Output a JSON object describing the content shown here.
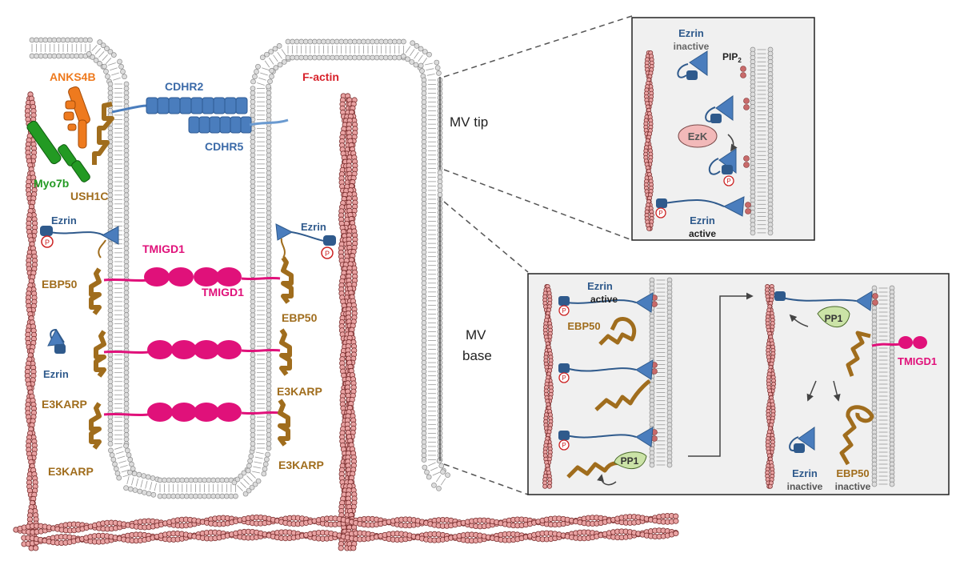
{
  "colors": {
    "actin": "#e9a3a3",
    "actin_stroke": "#7a2e2e",
    "membrane": "#bdbdbd",
    "cdhr": "#4a7dbd",
    "ezrin": "#2f5a8c",
    "ebp50": "#a06d1d",
    "tmigd1": "#e0117a",
    "anks4b": "#ee7a1e",
    "myo7b": "#239a23",
    "pp1": "#cbe3a7",
    "ezk": "#f2b9b9",
    "panel_bg": "#f0f0f0"
  },
  "labels": {
    "anks4b": "ANKS4B",
    "cdhr2": "CDHR2",
    "cdhr5": "CDHR5",
    "f_actin": "F-actin",
    "myo7b": "Myo7b",
    "ush1c": "USH1C",
    "ezrin_left": "Ezrin",
    "ezrin_right": "Ezrin",
    "ezrin_inactive_left": "Ezrin",
    "tmigd1_top": "TMIGD1",
    "tmigd1_mid": "TMIGD1",
    "ebp50_left": "EBP50",
    "ebp50_right": "EBP50",
    "e3karp_1": "E3KARP",
    "e3karp_2": "E3KARP",
    "e3karp_3": "E3KARP",
    "e3karp_4": "E3KARP",
    "phospho": "P",
    "mv_tip": "MV tip",
    "mv_base_1": "MV",
    "mv_base_2": "base"
  },
  "tip_panel": {
    "ezrin_inactive_name": "Ezrin",
    "ezrin_inactive_state": "inactive",
    "pip2": "PIP",
    "pip2_sub": "2",
    "ezk": "EzK",
    "ezrin_active_name": "Ezrin",
    "ezrin_active_state": "active"
  },
  "base_panel": {
    "ezrin_active_name": "Ezrin",
    "ezrin_active_state": "active",
    "ebp50": "EBP50",
    "pp1_a": "PP1",
    "pp1_b": "PP1",
    "tmigd1": "TMIGD1",
    "ezrin_inactive_name": "Ezrin",
    "ezrin_inactive_state": "inactive",
    "ebp50_inactive_name": "EBP50",
    "ebp50_inactive_state": "inactive"
  }
}
